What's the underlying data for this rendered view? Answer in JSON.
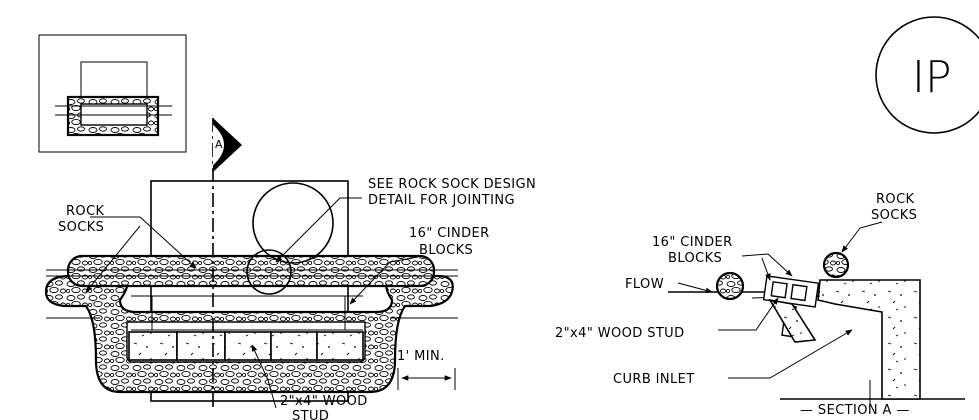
{
  "plan_view": {
    "label_rock_socks": [
      "ROCK",
      "SOCKS"
    ],
    "label_see_detail": [
      "SEE ROCK SOCK DESIGN",
      "DETAIL FOR JOINTING"
    ],
    "label_cinder_blocks": [
      "16\" CINDER",
      "BLOCKS"
    ],
    "label_min": "1' MIN.",
    "label_wood_stud": [
      "2\"x4\" WOOD",
      "STUD"
    ],
    "section_marker": "A"
  },
  "section_view": {
    "label_rock_socks": [
      "ROCK",
      "SOCKS"
    ],
    "label_cinder_blocks": [
      "16\" CINDER",
      "BLOCKS"
    ],
    "label_flow": "FLOW",
    "label_wood_stud": "2\"x4\" WOOD STUD",
    "label_curb_inlet": "CURB INLET",
    "label_section": "—  SECTION A  —"
  },
  "badge": {
    "text": "IP"
  }
}
